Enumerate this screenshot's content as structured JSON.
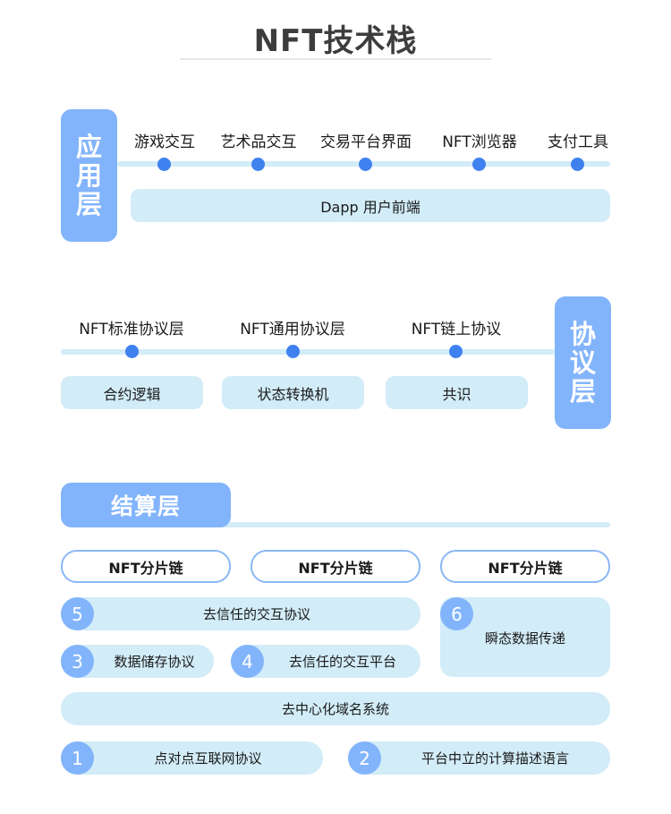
{
  "title": "NFT技术栈",
  "colors": {
    "badge": "#82b4fb",
    "track": "#d2ecf8",
    "dot": "#3f82ef",
    "pill": "#d2ecf8",
    "outline": "#8ab8f5",
    "title": "#3d3d3d"
  },
  "application_layer": {
    "badge": [
      "应",
      "用",
      "层"
    ],
    "items": [
      {
        "label": "游戏交互"
      },
      {
        "label": "艺术品交互"
      },
      {
        "label": "交易平台界面"
      },
      {
        "label": "NFT浏览器"
      },
      {
        "label": "支付工具"
      }
    ],
    "frontend": "Dapp 用户前端"
  },
  "protocol_layer": {
    "badge": [
      "协",
      "议",
      "层"
    ],
    "items": [
      {
        "label": "NFT标准协议层",
        "box": "合约逻辑"
      },
      {
        "label": "NFT通用协议层",
        "box": "状态转换机"
      },
      {
        "label": "NFT链上协议",
        "box": "共识"
      }
    ]
  },
  "settlement_layer": {
    "badge": "结算层",
    "chains": [
      "NFT分片链",
      "NFT分片链",
      "NFT分片链"
    ],
    "modules": [
      {
        "num": "5",
        "label": "去信任的交互协议"
      },
      {
        "num": "6",
        "label": "瞬态数据传递"
      },
      {
        "num": "3",
        "label": "数据储存协议"
      },
      {
        "num": "4",
        "label": "去信任的交互平台"
      },
      {
        "num": "",
        "label": "去中心化域名系统"
      },
      {
        "num": "1",
        "label": "点对点互联网协议"
      },
      {
        "num": "2",
        "label": "平台中立的计算描述语言"
      }
    ]
  }
}
